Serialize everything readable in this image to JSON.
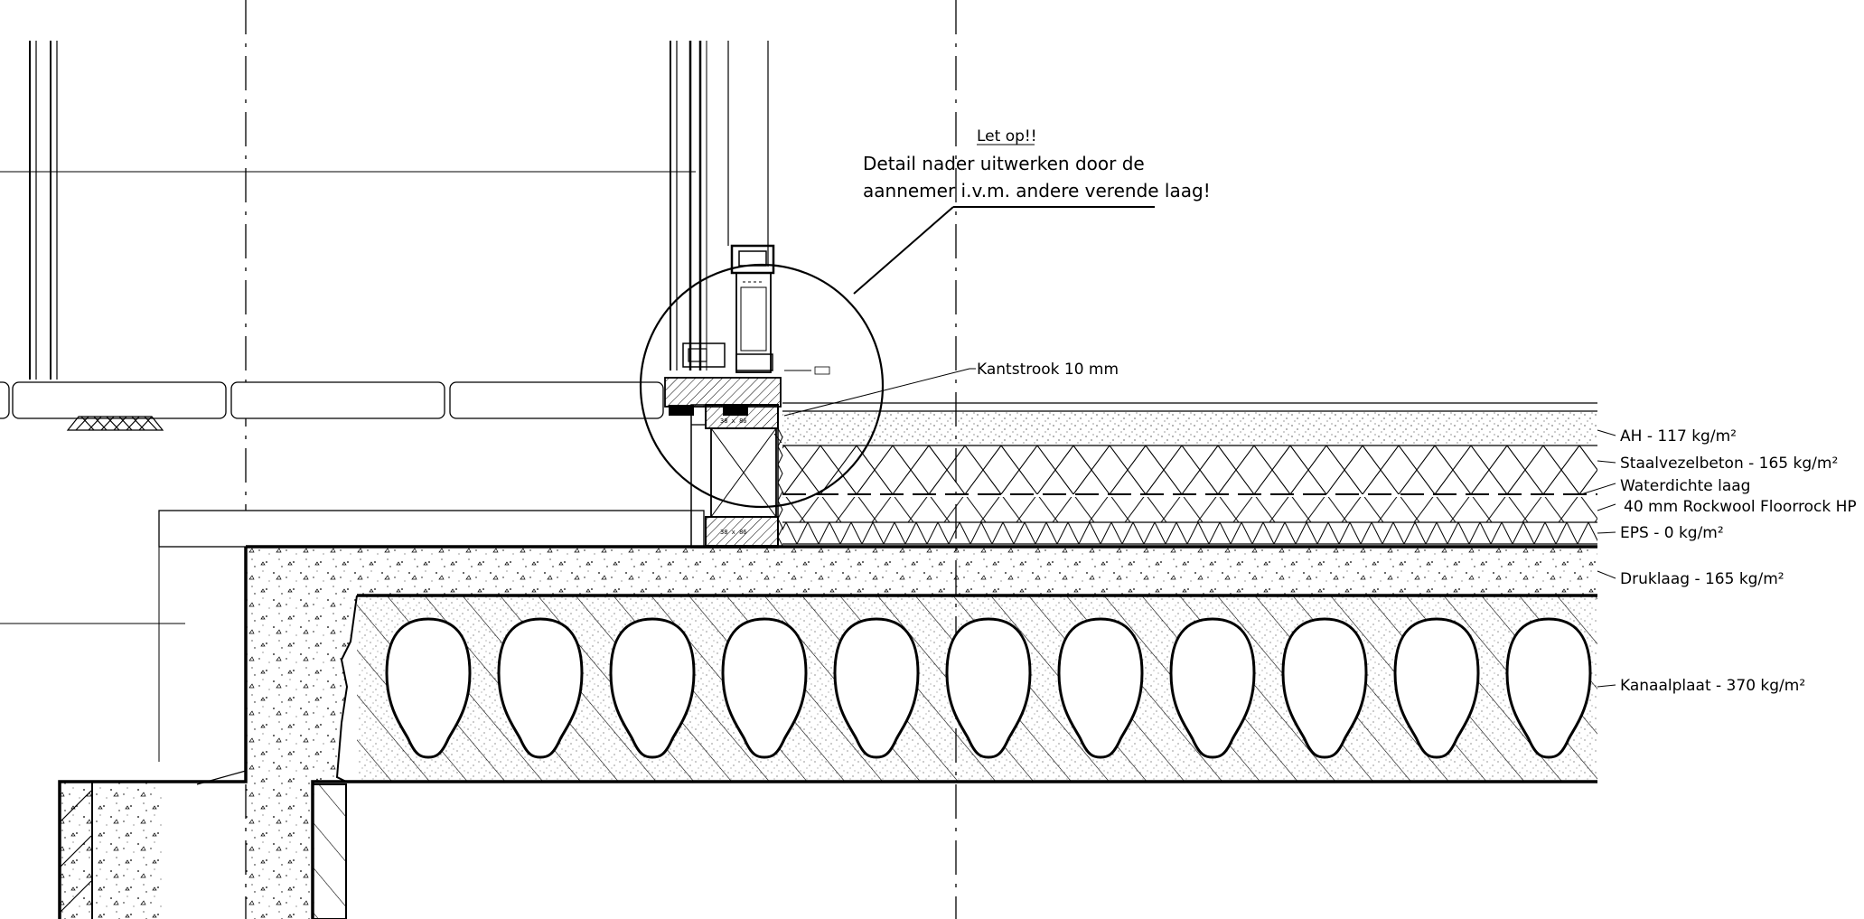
{
  "note": {
    "heading": "Let op!!",
    "line1": "Detail nader uitwerken door de",
    "line2": "aannemer i.v.m. andere verende laag!"
  },
  "callout": "Kantstrook 10 mm",
  "layers": [
    {
      "id": "ah",
      "label": "AH - 117 kg/m²"
    },
    {
      "id": "staalvezelbeton",
      "label": "Staalvezelbeton - 165 kg/m²"
    },
    {
      "id": "waterdichte",
      "label": "Waterdichte laag"
    },
    {
      "id": "rockwool",
      "label": "40 mm Rockwool Floorrock HP"
    },
    {
      "id": "eps",
      "label": "EPS - 0 kg/m²"
    },
    {
      "id": "druklaag",
      "label": "Druklaag - 165 kg/m²"
    },
    {
      "id": "kanaalplaat",
      "label": "Kanaalplaat - 370 kg/m²"
    }
  ],
  "beam_tag": "38 x 86"
}
